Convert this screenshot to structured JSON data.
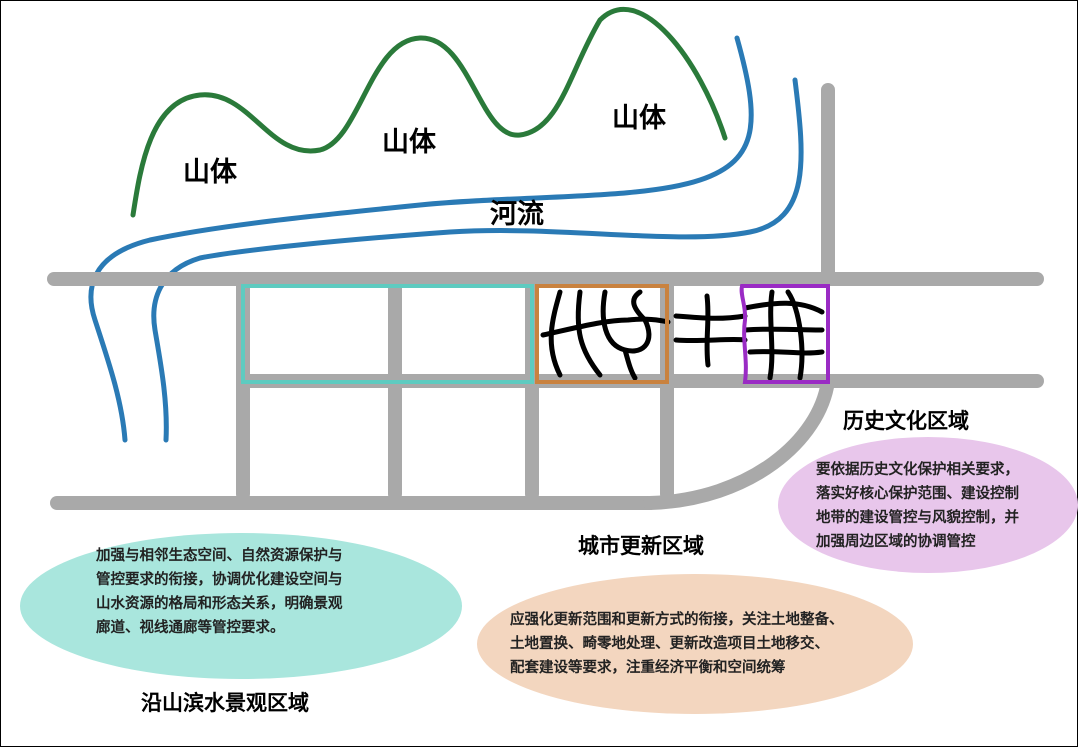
{
  "labels": {
    "mountain_1": "山体",
    "mountain_2": "山体",
    "mountain_3": "山体",
    "river": "河流"
  },
  "zones": {
    "landscape": {
      "title": "沿山滨水景观区域",
      "color": "#5ecbc0",
      "fill": "#a9e6dd",
      "text": [
        "加强与相邻生态空间、自然资源保护与",
        "管控要求的衔接，协调优化建设空间与",
        "山水资源的格局和形态关系，明确景观",
        "廊道、视线通廊等管控要求。"
      ]
    },
    "renewal": {
      "title": "城市更新区域",
      "color": "#c9823f",
      "fill": "#f3d6bf",
      "text": [
        "应强化更新范围和更新方式的衔接，关注土地整备、",
        "土地置换、畸零地处理、更新改造项目土地移交、",
        "配套建设等要求，注重经济平衡和空间统筹"
      ]
    },
    "historic": {
      "title": "历史文化区域",
      "color": "#9a2bc4",
      "fill": "#e8c6eb",
      "text": [
        "要依据历史文化保护相关要求，",
        "落实好核心保护范围、建设控制",
        "地带的建设管控与风貌控制，并",
        "加强周边区域的协调管控"
      ]
    }
  },
  "colors": {
    "road": "#a9a9a9",
    "mountain": "#2a7a3a",
    "river": "#2a7ab5",
    "street": "#000000"
  }
}
